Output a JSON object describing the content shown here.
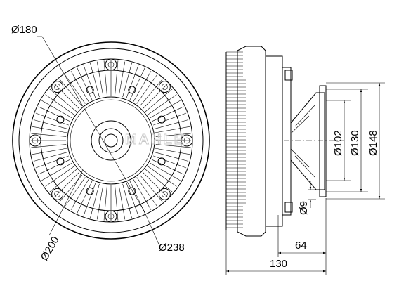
{
  "watermark": "MAHLE",
  "front_view": {
    "dimensions": {
      "d180": "Ø180",
      "d200": "Ø200",
      "d238": "Ø238"
    }
  },
  "side_view": {
    "dimensions": {
      "d102": "Ø102",
      "d130": "Ø130",
      "d148": "Ø148",
      "d9": "Ø9",
      "len64": "64",
      "len130": "130"
    }
  }
}
